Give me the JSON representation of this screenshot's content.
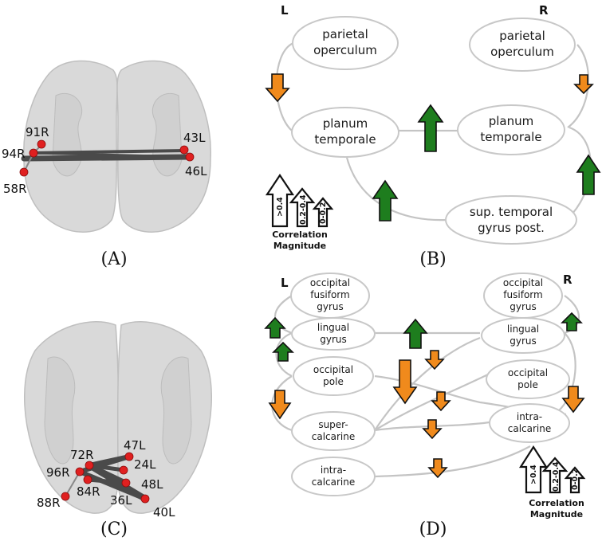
{
  "panel_labels": {
    "a": "(A)",
    "b": "(B)",
    "c": "(C)",
    "d": "(D)"
  },
  "side_labels": {
    "left": "L",
    "right": "R"
  },
  "panel_a": {
    "rois": [
      "91R",
      "94R",
      "58R",
      "43L",
      "46L"
    ]
  },
  "panel_c": {
    "rois": [
      "72R",
      "47L",
      "96R",
      "24L",
      "84R",
      "48L",
      "88R",
      "36L",
      "40L"
    ]
  },
  "panel_b": {
    "nodes": {
      "left_parietal": [
        "parietal",
        "operculum"
      ],
      "right_parietal": [
        "parietal",
        "operculum"
      ],
      "left_planum": [
        "planum",
        "temporale"
      ],
      "right_planum": [
        "planum",
        "temporale"
      ],
      "sup_temporal": [
        "sup. temporal",
        "gyrus post."
      ]
    },
    "arrows": [
      {
        "edge": "left parietal operculum – left planum temporale",
        "direction": "down",
        "magnitude": "0.2-0.4"
      },
      {
        "edge": "right parietal operculum – right planum temporale",
        "direction": "down",
        "magnitude": "0-0.2"
      },
      {
        "edge": "left planum temporale – right planum temporale",
        "direction": "up",
        "magnitude": ">0.4"
      },
      {
        "edge": "left planum temporale – sup. temporal gyrus post.",
        "direction": "up",
        "magnitude": ">0.4"
      },
      {
        "edge": "right planum temporale – sup. temporal gyrus post.",
        "direction": "up",
        "magnitude": ">0.4"
      }
    ],
    "legend": {
      "values": [
        ">0.4",
        "0.2-0.4",
        "0-0.2"
      ],
      "title": [
        "Correlation",
        "Magnitude"
      ]
    }
  },
  "panel_d": {
    "nodes": {
      "l_occ_fusiform": [
        "occipital",
        "fusiform",
        "gyrus"
      ],
      "l_lingual": [
        "lingual",
        "gyrus"
      ],
      "l_occ_pole": [
        "occipital",
        "pole"
      ],
      "l_supercalcarine": [
        "super-",
        "calcarine"
      ],
      "l_intracalcarine": [
        "intra-",
        "calcarine"
      ],
      "r_occ_fusiform": [
        "occipital",
        "fusiform",
        "gyrus"
      ],
      "r_lingual": [
        "lingual",
        "gyrus"
      ],
      "r_occ_pole": [
        "occipital",
        "pole"
      ],
      "r_intracalcarine": [
        "intra-",
        "calcarine"
      ]
    },
    "legend": {
      "values": [
        ">0.4",
        "0.2-0.4",
        "0-0.2"
      ],
      "title": [
        "Correlation",
        "Magnitude"
      ]
    }
  },
  "colors": {
    "positive": "#1e7d1e",
    "negative": "#f08a1c",
    "node_border": "#c8c8c8",
    "roi": "#e02020"
  }
}
